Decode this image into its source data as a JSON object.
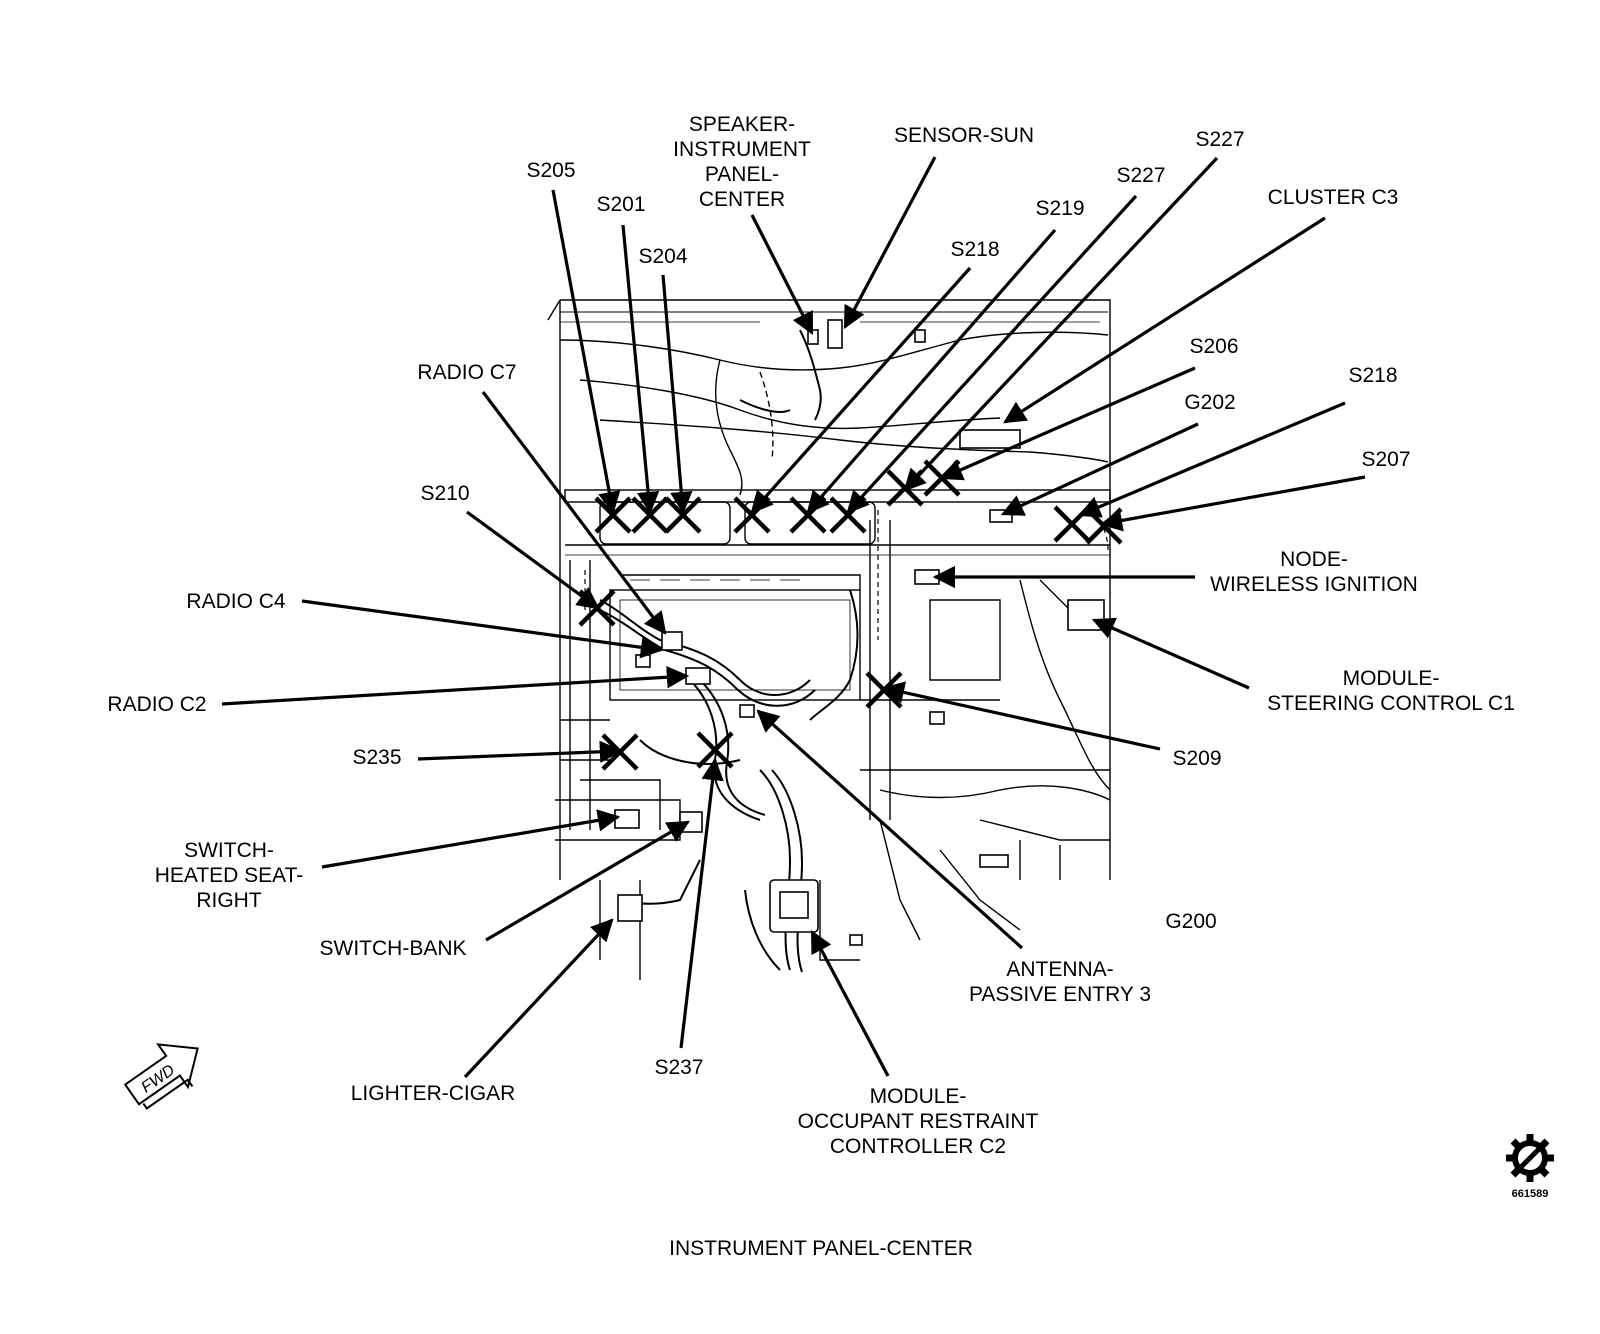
{
  "caption": "INSTRUMENT PANEL-CENTER",
  "figure_id": "661589",
  "fwd_label": "FWD",
  "icons": {
    "fwd": "forward-arrow-icon",
    "corner": "gear-circle-slash-icon"
  },
  "labels": {
    "speaker": "SPEAKER-\nINSTRUMENT\nPANEL-\nCENTER",
    "sensor_sun": "SENSOR-SUN",
    "s205": "S205",
    "s201": "S201",
    "s204": "S204",
    "s218_top": "S218",
    "s219": "S219",
    "s227_a": "S227",
    "s227_b": "S227",
    "cluster_c3": "CLUSTER C3",
    "s206": "S206",
    "g202": "G202",
    "s218_right": "S218",
    "s207": "S207",
    "radio_c7": "RADIO C7",
    "s210": "S210",
    "radio_c4": "RADIO C4",
    "radio_c2": "RADIO C2",
    "node_wireless": "NODE-\nWIRELESS IGNITION",
    "module_steering": "MODULE-\nSTEERING CONTROL C1",
    "s209": "S209",
    "s235": "S235",
    "switch_heated": "SWITCH-\nHEATED SEAT-\nRIGHT",
    "switch_bank": "SWITCH-BANK",
    "g200": "G200",
    "antenna": "ANTENNA-\nPASSIVE ENTRY 3",
    "lighter": "LIGHTER-CIGAR",
    "s237": "S237",
    "module_orc": "MODULE-\nOCCUPANT RESTRAINT\nCONTROLLER C2"
  }
}
